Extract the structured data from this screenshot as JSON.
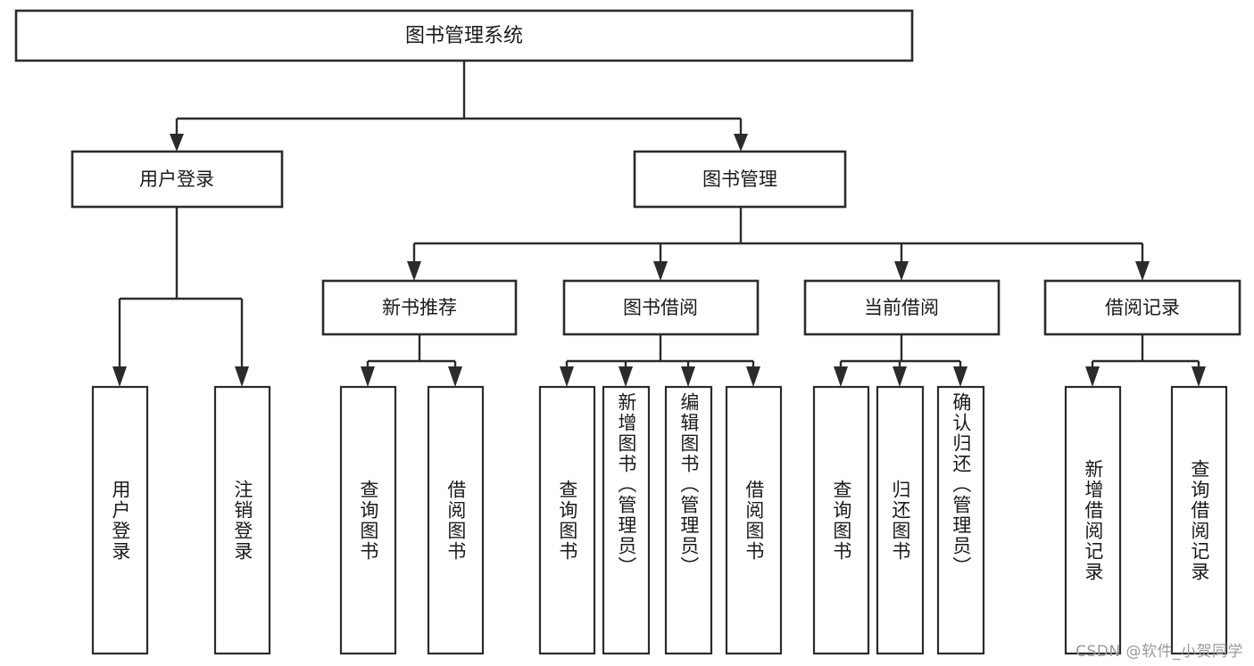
{
  "diagram": {
    "title": "图书管理系统",
    "type": "tree",
    "watermark": "CSDN @软件_小贺同学",
    "colors": {
      "stroke": "#2b2b2b",
      "fill": "#ffffff",
      "text": "#1a1a1a",
      "watermark": "#9a9a9a",
      "background": "#ffffff"
    },
    "root": {
      "label": "图书管理系统"
    },
    "level2": [
      {
        "label": "用户登录"
      },
      {
        "label": "图书管理"
      }
    ],
    "level3": [
      {
        "label": "新书推荐"
      },
      {
        "label": "图书借阅"
      },
      {
        "label": "当前借阅"
      },
      {
        "label": "借阅记录"
      }
    ],
    "leaves": {
      "user_login": [
        {
          "label": "用户登录"
        },
        {
          "label": "注销登录"
        }
      ],
      "new_book_recommend": [
        {
          "label": "查询图书"
        },
        {
          "label": "借阅图书"
        }
      ],
      "book_borrow": [
        {
          "label": "查询图书"
        },
        {
          "label": "新增图书（管理员）"
        },
        {
          "label": "编辑图书（管理员）"
        },
        {
          "label": "借阅图书"
        }
      ],
      "current_borrow": [
        {
          "label": "查询图书"
        },
        {
          "label": "归还图书"
        },
        {
          "label": "确认归还（管理员）"
        }
      ],
      "borrow_records": [
        {
          "label": "新增借阅记录"
        },
        {
          "label": "查询借阅记录"
        }
      ]
    }
  }
}
